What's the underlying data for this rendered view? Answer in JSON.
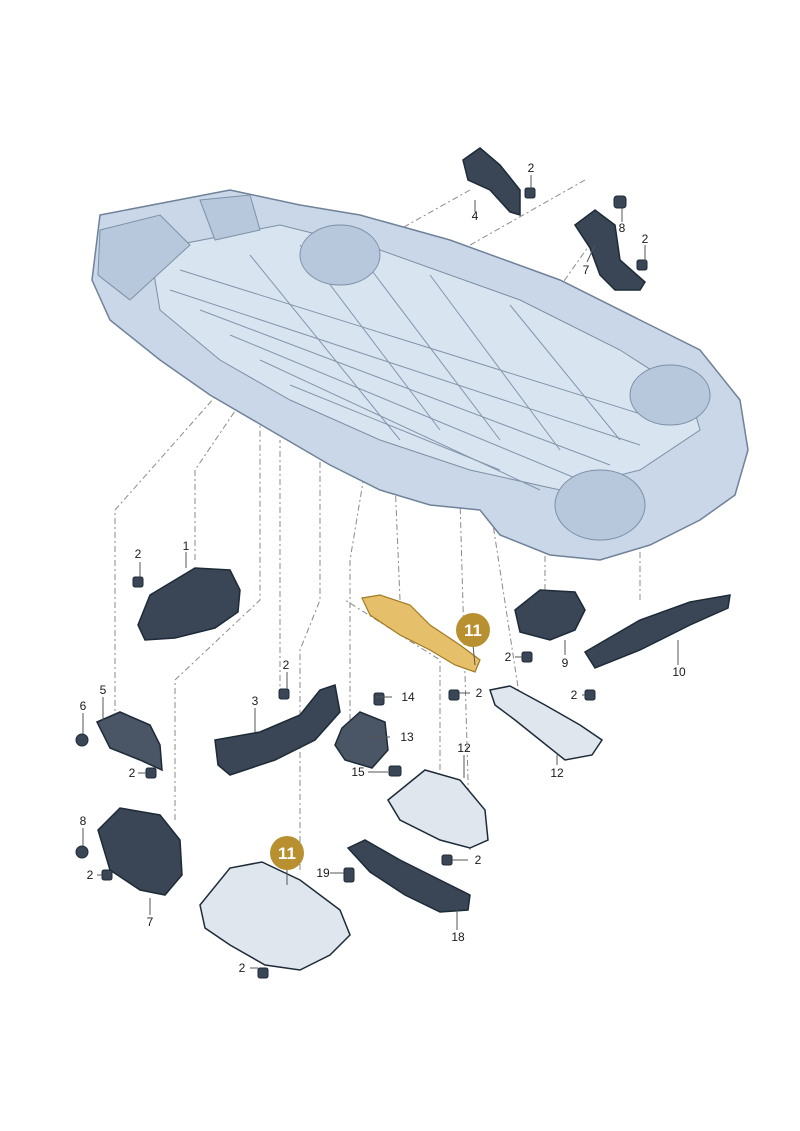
{
  "colors": {
    "body_fill": "#c9d7e8",
    "body_line": "#6f8299",
    "part_fill": "#3a4655",
    "part_light": "#dfe6ee",
    "highlight_part": "#e6bf6a",
    "badge": "#b8902f"
  },
  "callouts": {
    "c1": "1",
    "c2a": "2",
    "c2b": "2",
    "c2c": "2",
    "c2d": "2",
    "c2e": "2",
    "c2f": "2",
    "c2g": "2",
    "c2h": "2",
    "c2i": "2",
    "c2j": "2",
    "c2k": "2",
    "c3": "3",
    "c4": "4",
    "c5": "5",
    "c6": "6",
    "c7a": "7",
    "c7b": "7",
    "c8a": "8",
    "c8b": "8",
    "c9": "9",
    "c10": "10",
    "c12a": "12",
    "c12b": "12",
    "c13": "13",
    "c14": "14",
    "c15": "15",
    "c18": "18",
    "c19": "19"
  },
  "badges": {
    "upper": "11",
    "lower": "11"
  }
}
